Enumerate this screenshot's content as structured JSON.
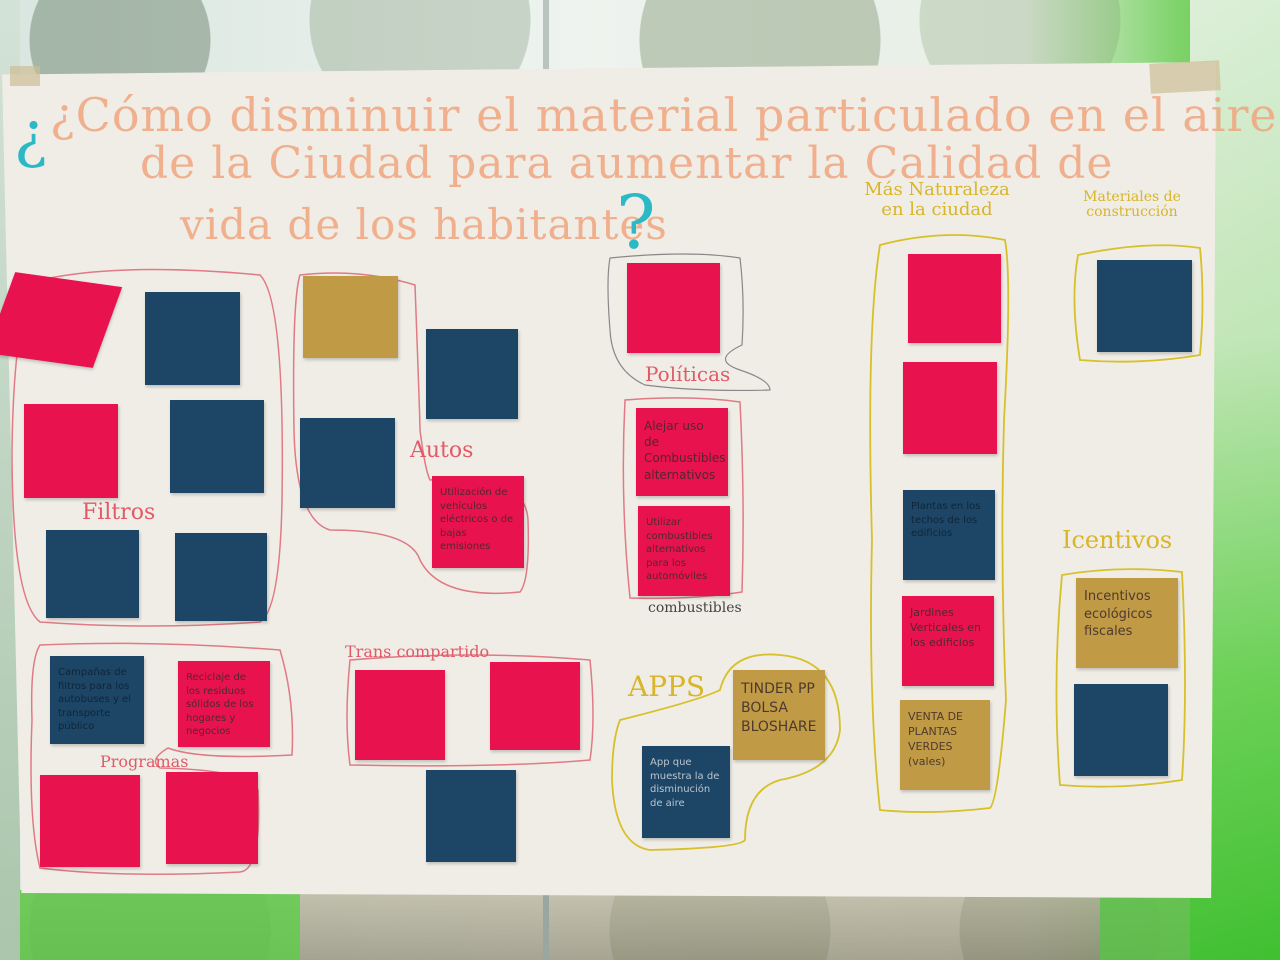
{
  "poster": {
    "title_line1": "¿Cómo disminuir el material particulado en el aire",
    "title_line2": "de la Ciudad para aumentar la Calidad de",
    "title_line3": "vida de los habitantes",
    "q_open": "¿",
    "q_close": "?"
  },
  "sections": {
    "filtros": "Filtros",
    "autos": "Autos",
    "programas": "Programas",
    "trans_compartido": "Trans compartido",
    "politicas": "Políticas",
    "combustibles": "combustibles",
    "apps": "APPS",
    "naturaleza": "Más Naturaleza en la ciudad",
    "materiales": "Materiales de construcción",
    "incentivos": "Icentivos"
  },
  "notes": {
    "politicas_1": "Alejar uso de Combustibles alternativos",
    "combustibles_1": "Utilizar combustibles alternativos para los automóviles",
    "autos_1": "Utilización de vehículos eléctricos o de bajas emisiones",
    "apps_1": "TINDER PP BOLSA BLOSHARE",
    "apps_2": "App que muestra la de disminución de aire",
    "naturaleza_1": "Plantas en los techos de los edificios",
    "naturaleza_2": "Jardines Verticales en los edificios",
    "naturaleza_3": "VENTA DE PLANTAS VERDES (vales)",
    "incentivos_1": "Incentivos ecológicos fiscales",
    "programas_1": "Campañas de filtros para los autobuses y el transporte público",
    "programas_2": "Reciclaje de los residuos sólidos de los hogares y negocios"
  },
  "colors": {
    "pink_note": "#e8124e",
    "blue_note": "#1c4566",
    "gold_note": "#c09a45",
    "red_marker": "#e05a68",
    "yellow_marker": "#d8b52a",
    "title_orange": "#f1a57e",
    "question_cyan": "#2bb9c6"
  }
}
